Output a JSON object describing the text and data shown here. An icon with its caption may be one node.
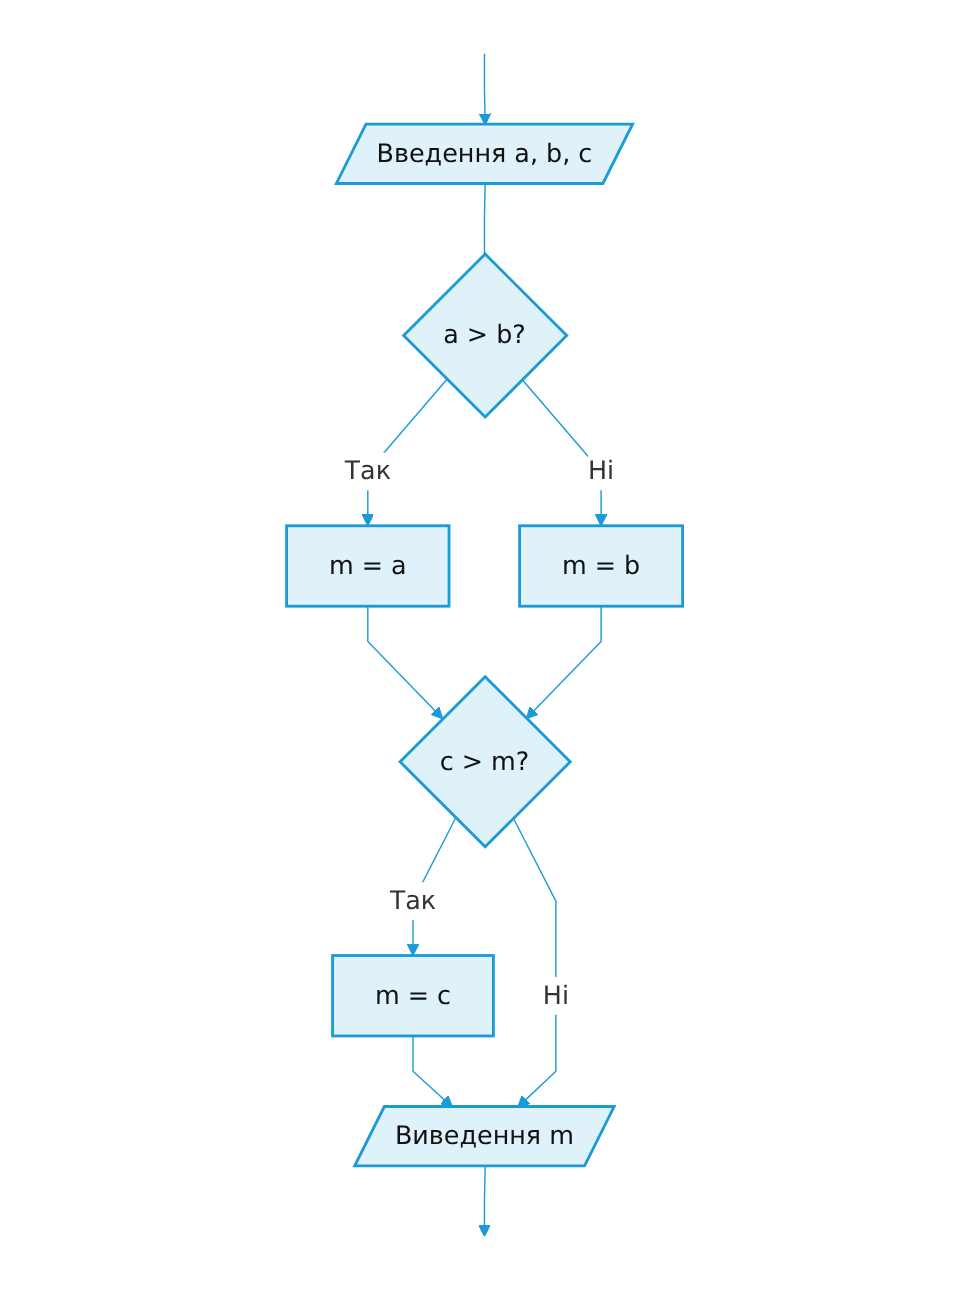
{
  "diagram": {
    "nodes": [
      {
        "text": [
          "Введення a, b, c"
        ]
      },
      {
        "text": [
          "a > b?"
        ]
      },
      {
        "text": [
          "m = a"
        ]
      },
      {
        "text": [
          "m = b"
        ]
      },
      {
        "text": [
          "c > m?"
        ]
      },
      {
        "text": [
          "m = c"
        ]
      },
      {
        "text": [
          "Виведення m"
        ]
      }
    ],
    "edges": [
      {
        "from": null,
        "to": 0,
        "arrow": "to"
      },
      {
        "from": 0,
        "to": 1,
        "arrow": "none"
      },
      {
        "from": 1,
        "to": 2,
        "label": "Так",
        "arrow": "to"
      },
      {
        "from": 1,
        "to": 3,
        "label": "Ні",
        "arrow": "to"
      },
      {
        "from": 2,
        "to": 4,
        "arrow": "to"
      },
      {
        "from": 3,
        "to": 4,
        "arrow": "to"
      },
      {
        "from": 4,
        "to": 5,
        "label": "Так",
        "arrow": "to"
      },
      {
        "from": 5,
        "to": 6,
        "arrow": "to"
      },
      {
        "from": 4,
        "to": 6,
        "label": "Ні",
        "arrow": "to"
      },
      {
        "from": 6,
        "to": null,
        "arrow": "to"
      }
    ]
  }
}
